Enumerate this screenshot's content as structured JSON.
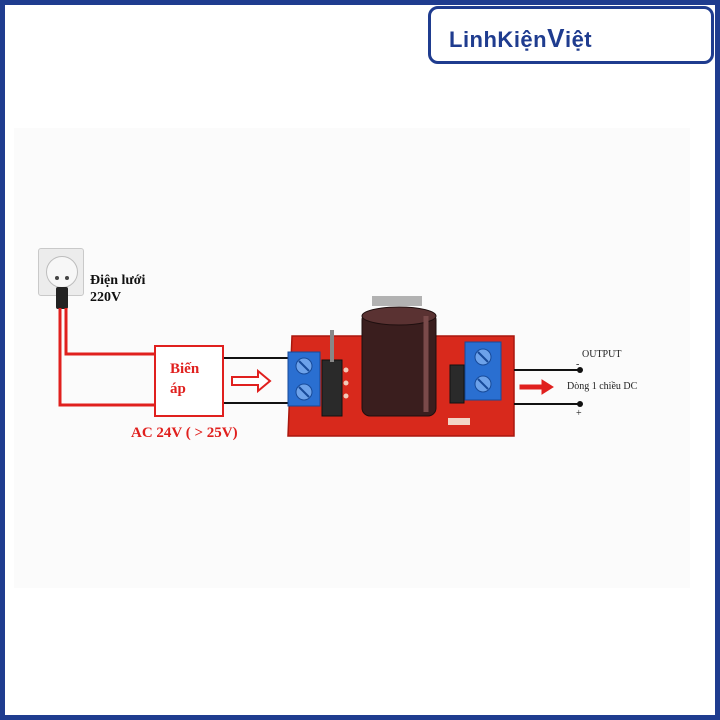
{
  "logo": {
    "brand": "LinhKiệnViệt",
    "text_pre": "LinhKiện",
    "text_v": "V",
    "text_post": "iệt"
  },
  "labels": {
    "mains_line1": "Điện lưới",
    "mains_line2": "220V",
    "transformer_line1": "Biến",
    "transformer_line2": "áp",
    "ac_input": "AC 24V ( > 25V)",
    "output": "OUTPUT",
    "dc_current": "Dòng 1 chiều DC",
    "minus": "-",
    "plus": "+"
  },
  "colors": {
    "border": "#1f3c8f",
    "wire": "#e0201e",
    "board": "#d8291c",
    "terminal": "#2a6fd1"
  }
}
